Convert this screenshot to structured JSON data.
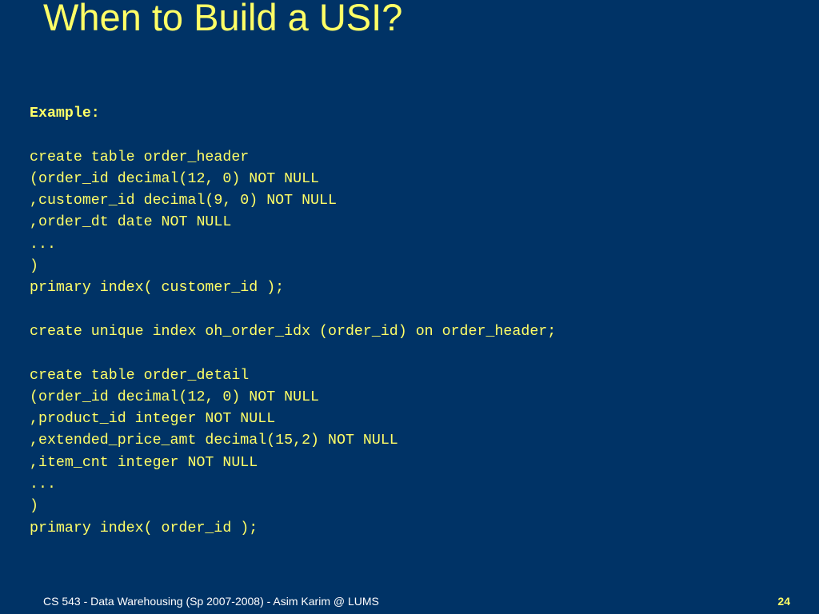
{
  "slide": {
    "title": "When to Build a USI?",
    "code_lines": [
      "Example:",
      "",
      "create table order_header",
      "(order_id decimal(12, 0) NOT NULL",
      ",customer_id decimal(9, 0) NOT NULL",
      ",order_dt date NOT NULL",
      "...",
      ")",
      "primary index( customer_id );",
      "",
      "create unique index oh_order_idx (order_id) on order_header;",
      "",
      "create table order_detail",
      "(order_id decimal(12, 0) NOT NULL",
      ",product_id integer NOT NULL",
      ",extended_price_amt decimal(15,2) NOT NULL",
      ",item_cnt integer NOT NULL",
      "...",
      ")",
      "primary index( order_id );"
    ]
  },
  "footer": {
    "text": "CS 543 - Data Warehousing (Sp 2007-2008) - Asim Karim @ LUMS",
    "page_number": "24"
  },
  "colors": {
    "background": "#003366",
    "accent_text": "#ffff66",
    "footer_text": "#ffffff"
  }
}
